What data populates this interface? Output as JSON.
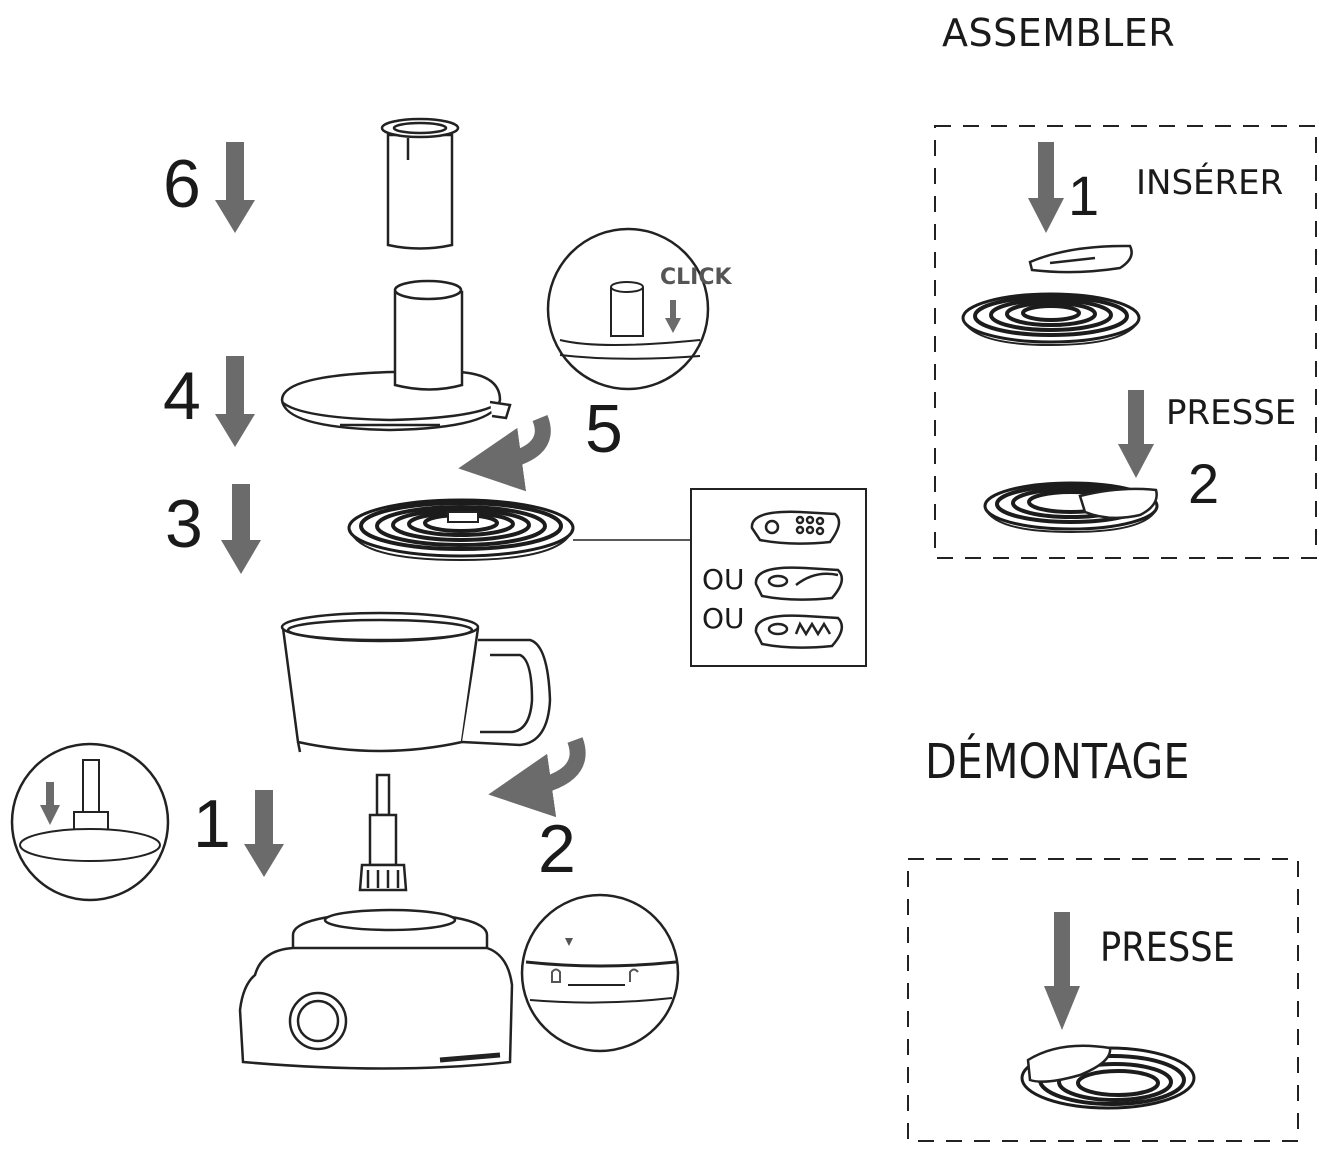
{
  "steps": {
    "s1": "1",
    "s2": "2",
    "s3": "3",
    "s4": "4",
    "s5": "5",
    "s6": "6"
  },
  "callouts": {
    "click": "CLICK"
  },
  "blade_options": {
    "ou_1": "OU",
    "ou_2": "OU"
  },
  "assembler": {
    "title": "ASSEMBLER",
    "step1_num": "1",
    "step1_label": "INSÉRER",
    "step2_label": "PRESSE",
    "step2_num": "2"
  },
  "demontage": {
    "title": "DÉMONTAGE",
    "label": "PRESSE"
  },
  "colors": {
    "arrow": "#6b6b6b",
    "line": "#222222",
    "disc": "#1c1c1c"
  }
}
